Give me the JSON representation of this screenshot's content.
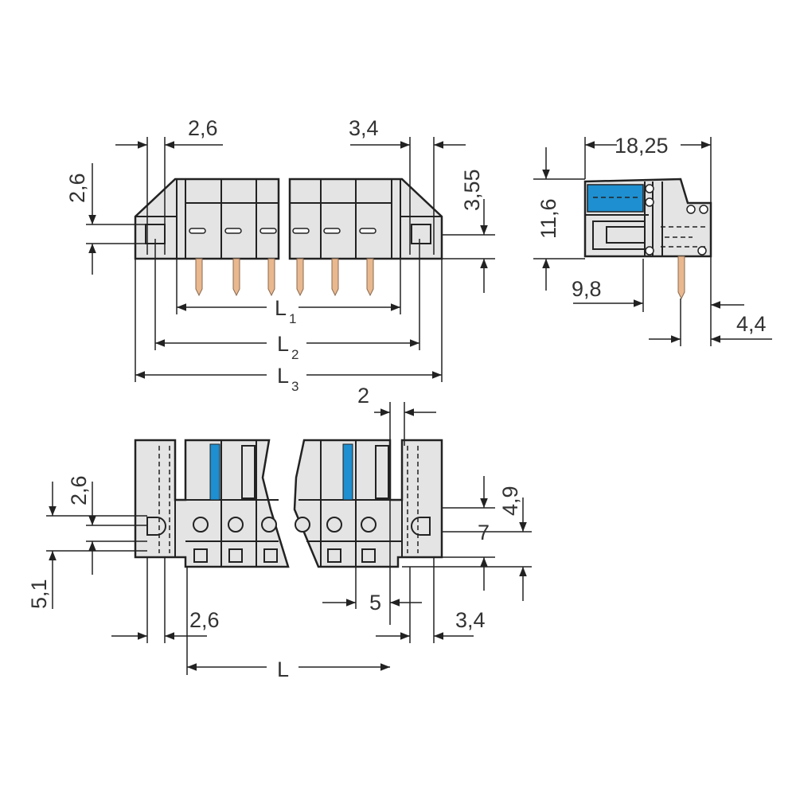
{
  "colors": {
    "housing": "#e4e4e4",
    "outline": "#222222",
    "release_button": "#1e8fd0",
    "pin": "#e9b88e"
  },
  "front_view": {
    "dim_left_offset": "2,6",
    "dim_right_offset": "3,4",
    "dim_right_height": "3,55",
    "dim_left_height": "2,6",
    "L1": {
      "main": "L",
      "sub": "1"
    },
    "L2": {
      "main": "L",
      "sub": "2"
    },
    "L3": {
      "main": "L",
      "sub": "3"
    }
  },
  "side_view": {
    "dim_depth": "18,25",
    "dim_height": "11,6",
    "dim_pin_offset": "9,8",
    "dim_pin_rear": "4,4"
  },
  "bottom_view": {
    "dim_gap": "2",
    "dim_upper": "4,9",
    "dim_seven": "7",
    "dim_left_height": "2,6",
    "dim_lower": "5,1",
    "dim_left_offset": "2,6",
    "dim_pitch": "5",
    "dim_right_offset": "3,4",
    "L": "L"
  }
}
